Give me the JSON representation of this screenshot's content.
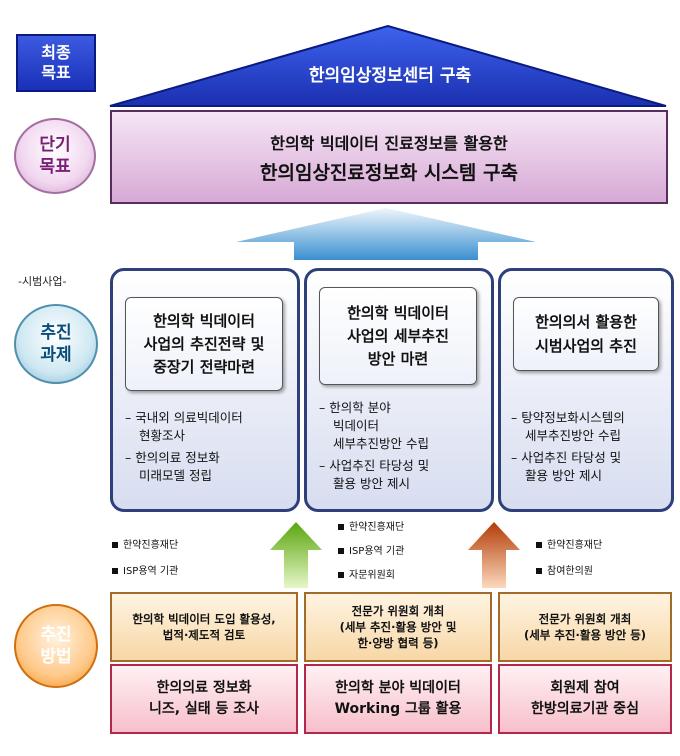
{
  "final_goal": {
    "label_line1": "최종",
    "label_line2": "목표",
    "text": "한의임상정보센터 구축"
  },
  "short_goal": {
    "label_line1": "단기",
    "label_line2": "목표",
    "line1": "한의학 빅데이터 진료정보를 활용한",
    "line2": "한의임상진료정보화 시스템 구축"
  },
  "pilot_label": "-시범사업-",
  "task_label": {
    "line1": "추진",
    "line2": "과제"
  },
  "tasks": [
    {
      "head": [
        "한의학 빅데이터",
        "사업의 추진전략 및",
        "중장기 전략마련"
      ],
      "bullets": [
        [
          "– 국내외 의료빅데이터",
          "현황조사"
        ],
        [
          "– 한의의료 정보화",
          "미래모델 정립"
        ]
      ]
    },
    {
      "head": [
        "한의학 빅데이터",
        "사업의 세부추진",
        "방안 마련"
      ],
      "bullets": [
        [
          "– 한의학 분야",
          "빅데이터",
          "세부추진방안 수립"
        ],
        [
          "– 사업추진 타당성 및",
          "활용 방안 제시"
        ]
      ]
    },
    {
      "head": [
        "한의의서 활용한",
        "시범사업의 추진"
      ],
      "bullets": [
        [
          "– 탕약정보화시스템의",
          "세부추진방안 수립"
        ],
        [
          "– 사업추진 타당성 및",
          "활용 방안 제시"
        ]
      ]
    }
  ],
  "notes": [
    [
      "한약진흥재단",
      "ISP용역 기관"
    ],
    [
      "한약진흥재단",
      "ISP용역 기관",
      "자문위원회"
    ],
    [
      "한약진흥재단",
      "참여한의원"
    ]
  ],
  "method_label": {
    "line1": "추진",
    "line2": "방법"
  },
  "methods_top": [
    [
      "한의학 빅데이터 도입 활용성,",
      "법적·제도적 검토"
    ],
    [
      "전문가 위원회 개최",
      "(세부 추진·활용 방안 및",
      "한·양방 협력 등)"
    ],
    [
      "전문가 위원회 개최",
      "(세부 추진·활용 방안 등)"
    ]
  ],
  "methods_bottom": [
    [
      "한의의료 정보화",
      "니즈, 실태 등 조사"
    ],
    [
      "한의학 분야 빅데이터",
      "Working 그룹 활용"
    ],
    [
      "회원제 참여",
      "한방의료기관 중심"
    ]
  ],
  "colors": {
    "final": "#1a30b8",
    "task_border": "#2e3f7a",
    "arrow_green": "#7fc41c",
    "arrow_orange": "#c4480c"
  }
}
